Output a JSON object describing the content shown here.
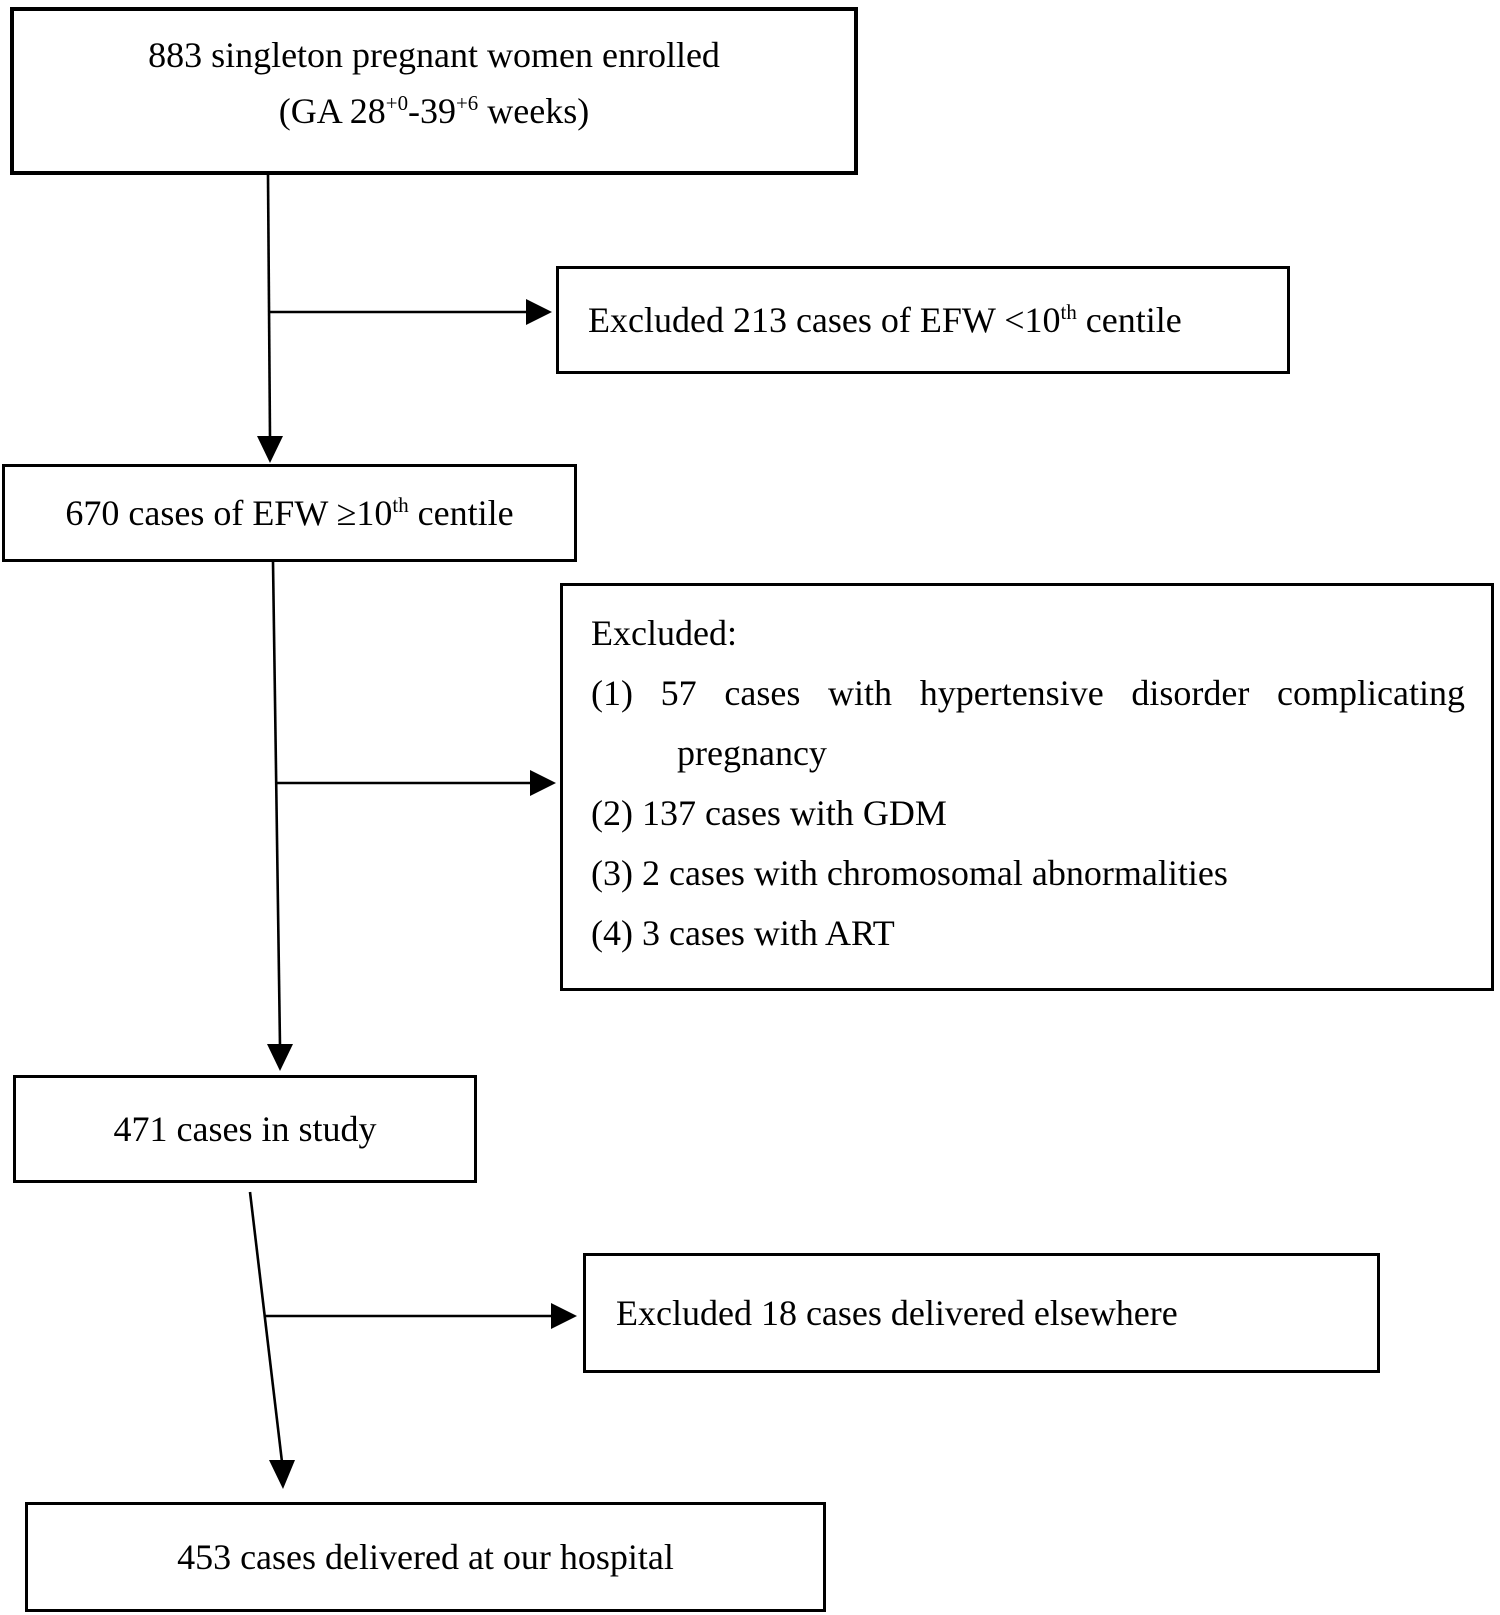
{
  "colors": {
    "ink": "#000000",
    "background": "#ffffff"
  },
  "boxes": {
    "enrolled": {
      "line1": "883 singleton pregnant women enrolled",
      "line2": {
        "pre": "(GA 28",
        "sup1": "+0",
        "mid": "-39",
        "sup2": "+6",
        "post": " weeks)"
      }
    },
    "excluded_efw_lt10": {
      "pre": "Excluded 213 cases of EFW <10",
      "sup": "th",
      "post": " centile"
    },
    "efw_ge10": {
      "pre": "670 cases of EFW ≥10",
      "sup": "th",
      "post": " centile"
    },
    "excluded_reasons": {
      "heading": "Excluded:",
      "item1_line1": "(1) 57 cases with hypertensive disorder complicating",
      "item1_line2": "pregnancy",
      "item2": "(2) 137 cases with GDM",
      "item3": "(3) 2 cases with chromosomal abnormalities",
      "item4": "(4) 3 cases with ART"
    },
    "in_study": {
      "text": "471 cases in study"
    },
    "excluded_delivered_elsewhere": {
      "text": "Excluded 18 cases delivered elsewhere"
    },
    "delivered_hospital": {
      "text": "453 cases delivered at our hospital"
    }
  }
}
